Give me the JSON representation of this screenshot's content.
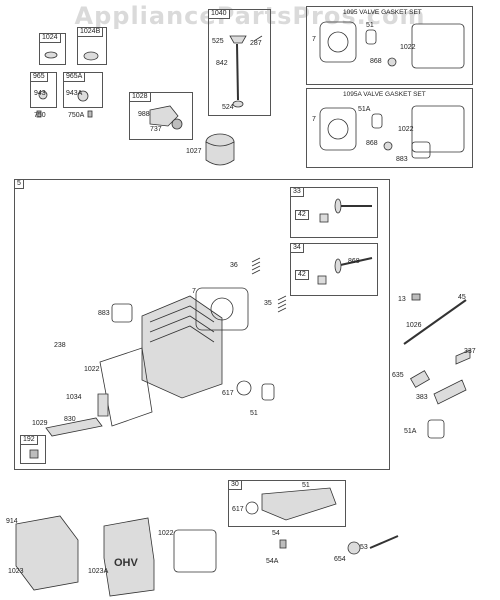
{
  "watermark": "AppliancePartsPros.com",
  "boxes": {
    "valve_gasket_set": "1095 VALVE GASKET SET",
    "valve_gasket_set_a": "1095A VALVE GASKET SET",
    "cylinder_head": "5",
    "exhaust_valve": "33",
    "intake_valve": "34",
    "intake_manifold": "30",
    "screen": "1024",
    "screen_b": "1024B",
    "pushrod_set": "1040",
    "knob_965": "965",
    "knob_965a": "965A",
    "oil_filter_adapter": "1028",
    "spacer": "192",
    "retainer_42": "42",
    "retainer_42b": "42"
  },
  "labels": {
    "l_750": "750",
    "l_943": "943",
    "l_943a": "943A",
    "l_750a": "750A",
    "l_525": "525",
    "l_287": "287",
    "l_842": "842",
    "l_524": "524",
    "l_988": "988",
    "l_737": "737",
    "l_1027": "1027",
    "g1_7": "7",
    "g1_51": "51",
    "g1_1022": "1022",
    "g1_868": "868",
    "g2_7": "7",
    "g2_51a": "51A",
    "g2_1022": "1022",
    "g2_868": "868",
    "g2_883": "883",
    "l_36": "36",
    "l_7": "7",
    "l_868": "868",
    "l_883": "883",
    "l_35": "35",
    "l_238": "238",
    "l_1022": "1022",
    "l_1034": "1034",
    "l_617": "617",
    "l_51": "51",
    "l_1029": "1029",
    "l_830": "830",
    "l_13": "13",
    "l_45": "45",
    "l_1026": "1026",
    "l_337": "337",
    "l_635": "635",
    "l_383": "383",
    "l_51a": "51A",
    "l_914": "914",
    "l_1023": "1023",
    "l_1023a": "1023A",
    "l_1022b": "1022",
    "l_617b": "617",
    "l_51b": "51",
    "l_54": "54",
    "l_54a": "54A",
    "l_53": "53",
    "l_654": "654"
  },
  "cover_text": "OHV"
}
